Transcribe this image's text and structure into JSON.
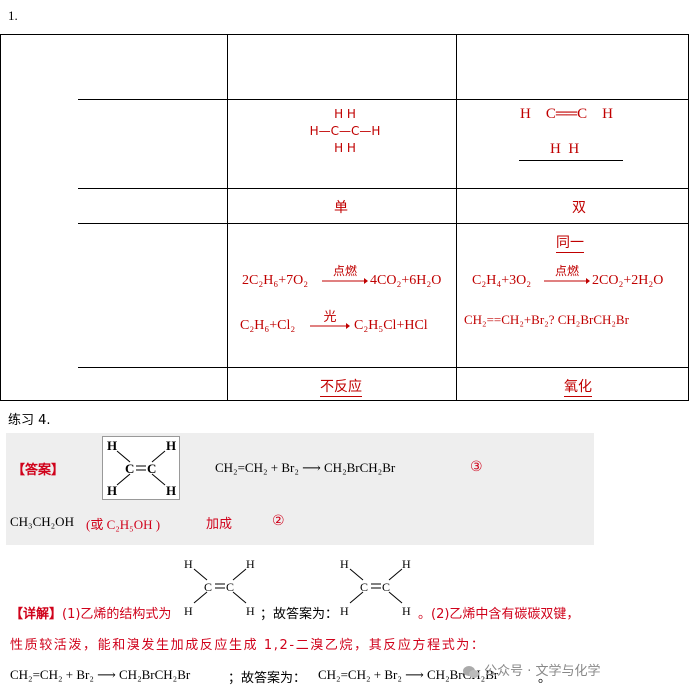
{
  "question_number": "1.",
  "table": {
    "ethane_struct": {
      "top": "H  H",
      "mid": "H—C—C—H",
      "bot": "H  H"
    },
    "ethylene_struct": {
      "top": "H    C══C    H",
      "bot": "H  H"
    },
    "bond_single": "单",
    "bond_double": "双",
    "same_plane": "同一",
    "ethane_combust_left": "2C₂H₆+7O₂",
    "ethane_combust_cond": "点燃",
    "ethane_combust_right": "4CO₂+6H₂O",
    "ethane_subst_left": "C₂H₆+Cl₂",
    "ethane_subst_cond": "光",
    "ethane_subst_right": "C₂H₅Cl+HCl",
    "ethylene_combust_left": "C₂H₄+3O₂",
    "ethylene_combust_cond": "点燃",
    "ethylene_combust_right": "2CO₂+2H₂O",
    "ethylene_add": "CH₂==CH₂+Br₂? CH₂BrCH₂Br",
    "ethane_kmno4": "不反应",
    "ethylene_kmno4": "氧化"
  },
  "exercise_title": "练习 4.",
  "answer": {
    "label": "【答案】",
    "struct_atoms": {
      "h": "H",
      "c": "C"
    },
    "equation": "CH₂=CH₂ + Br₂ ⟶ CH₂BrCH₂Br",
    "item3": "③",
    "ethanol": "CH₃CH₂OH",
    "ethanol_alt": "(或 C₂H₅OH )",
    "reaction_type": "加成",
    "item2": "②"
  },
  "explanation": {
    "label": "【详解】",
    "part1_text": "(1)乙烯的结构式为",
    "part1_mid": "；故答案为：",
    "part2_text": "。(2)乙烯中含有碳碳双键，",
    "line2": "性质较活泼，能和溴发生加成反应生成 1,2-二溴乙烷，其反应方程式为：",
    "eq1": "CH₂=CH₂ + Br₂ ⟶ CH₂BrCH₂Br",
    "line3_mid": "；故答案为：",
    "eq2": "CH₂=CH₂ + Br₂ ⟶ CH₂BrCH₂Br",
    "end": "。"
  },
  "watermark": "公众号 · 文学与化学"
}
